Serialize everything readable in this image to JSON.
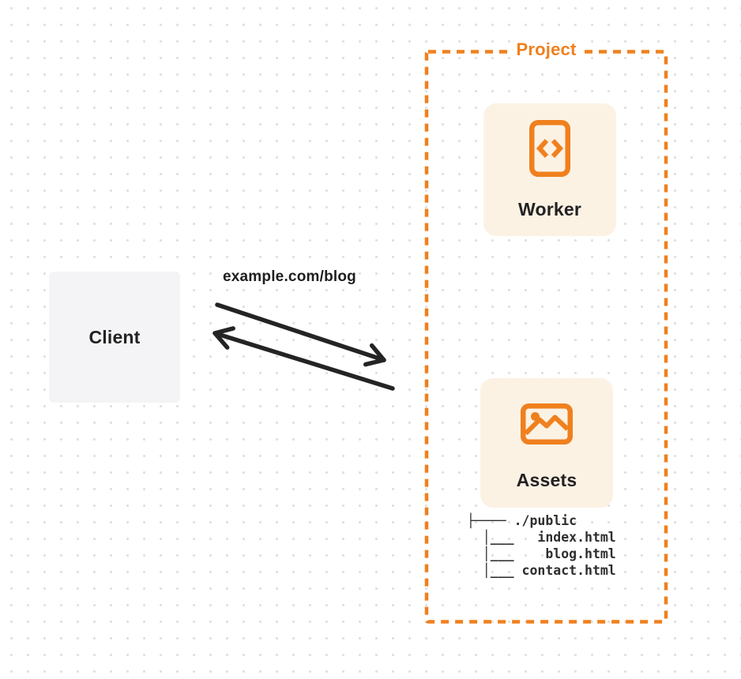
{
  "client": {
    "label": "Client"
  },
  "request_label": "example.com/blog",
  "project": {
    "label": "Project",
    "worker": {
      "label": "Worker",
      "icon": "code-document-icon"
    },
    "assets": {
      "label": "Assets",
      "icon": "picture-icon",
      "file_tree": "├──── ./public\n  │___   index.html\n  │___    blog.html\n  │___ contact.html"
    }
  },
  "arrows": {
    "request_direction": "client-to-project",
    "response_direction": "project-to-client"
  },
  "colors": {
    "accent": "#F0801E",
    "card_cream": "#FCF2E4",
    "client_gray": "#F4F4F6",
    "ink": "#242424",
    "tree_text": "#2E2E2E",
    "dot": "#E0E0E0",
    "background": "#FFFFFF"
  }
}
